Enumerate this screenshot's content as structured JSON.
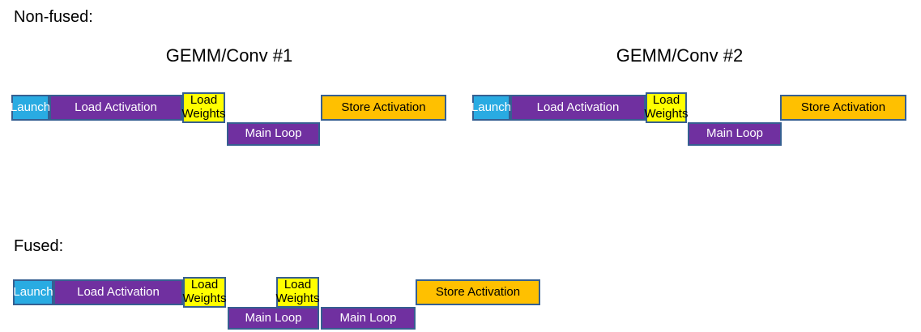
{
  "diagram": {
    "non_fused": {
      "heading": "Non-fused:",
      "kernels": [
        {
          "title": "GEMM/Conv #1",
          "sequence": [
            "Launch",
            "Load Activation",
            "Load Weights",
            "Main Loop",
            "Store Activation"
          ]
        },
        {
          "title": "GEMM/Conv #2",
          "sequence": [
            "Launch",
            "Load Activation",
            "Load Weights",
            "Main Loop",
            "Store Activation"
          ]
        }
      ]
    },
    "fused": {
      "heading": "Fused:",
      "sequence": [
        "Launch",
        "Load Activation",
        "Load Weights",
        "Main Loop",
        "Load Weights",
        "Main Loop",
        "Store Activation"
      ]
    }
  },
  "colors": {
    "launch_fill": "#29ABE2",
    "load_main_fill": "#7030A0",
    "load_weights_fill": "#FFFF00",
    "store_fill": "#FFC000",
    "bar_border": "#365F91",
    "text_on_dark": "#FFFFFF",
    "text_on_light": "#000000"
  }
}
